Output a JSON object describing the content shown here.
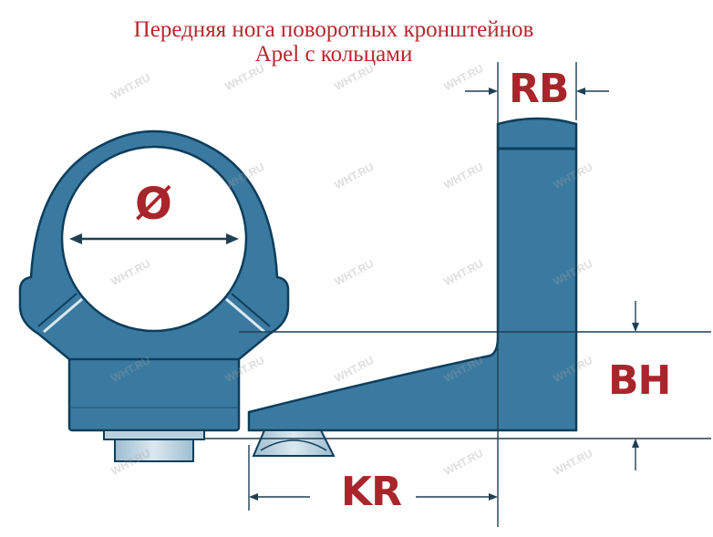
{
  "title": {
    "line1": "Передняя нога поворотных кронштейнов",
    "line2": "Apel с кольцами"
  },
  "labels": {
    "diameter": "Ø",
    "rb": "RB",
    "bh": "BH",
    "kr": "KR"
  },
  "watermark": "WHT.RU",
  "colors": {
    "part_fill": "#3b7aa0",
    "part_stroke": "#0d3e5c",
    "label_red": "#a8262b",
    "title_red": "#b5282d",
    "line_dark": "#1f3f52"
  }
}
